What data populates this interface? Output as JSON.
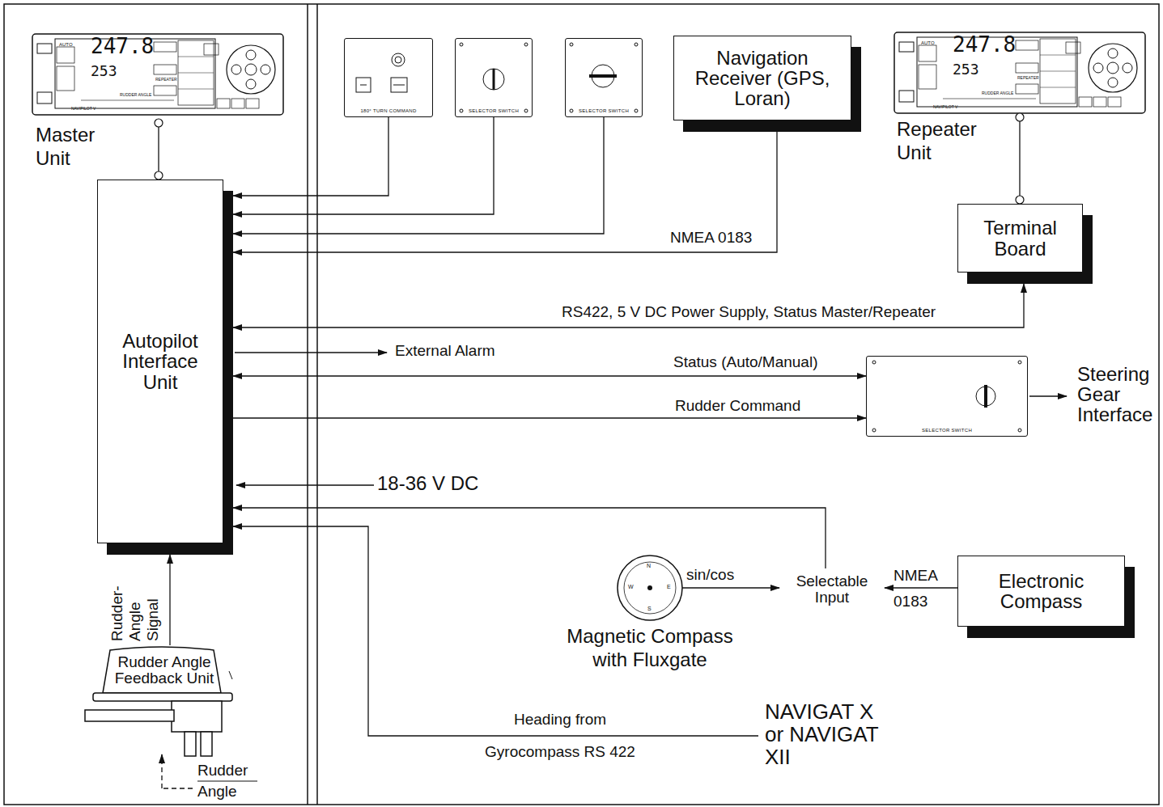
{
  "diagram": {
    "nodes": [
      {
        "text": [
          "Master Unit"
        ]
      },
      {
        "text": [
          "Autopilot Interface Unit"
        ]
      },
      {
        "text": [
          "180° TURN COMMAND"
        ]
      },
      {
        "text": [
          "SELECTOR SWITCH"
        ]
      },
      {
        "text": [
          "SELECTOR SWITCH"
        ]
      },
      {
        "text": [
          "Navigation Receiver (GPS, Loran)"
        ]
      },
      {
        "text": [
          "Repeater Unit"
        ]
      },
      {
        "text": [
          "Terminal Board"
        ]
      },
      {
        "text": [
          "SELECTOR SWITCH"
        ]
      },
      {
        "text": [
          "Electronic Compass"
        ]
      },
      {
        "text": [
          "Magnetic Compass with Fluxgate"
        ]
      },
      {
        "text": [
          "Selectable Input"
        ]
      },
      {
        "text": [
          "NAVIGAT X or NAVIGAT XII"
        ]
      },
      {
        "text": [
          "Rudder Angle Feedback Unit"
        ]
      }
    ],
    "edges": [
      {
        "from": 0,
        "to": 1,
        "arrow": "none"
      },
      {
        "from": 2,
        "to": 1,
        "arrow": "to"
      },
      {
        "from": 3,
        "to": 1,
        "arrow": "to"
      },
      {
        "from": 4,
        "to": 1,
        "arrow": "to"
      },
      {
        "from": 5,
        "to": 1,
        "label": "NMEA 0183",
        "arrow": "to"
      },
      {
        "from": 1,
        "to": 7,
        "label": "RS422, 5 V DC Power Supply, Status Master/Repeater",
        "arrow": "both"
      },
      {
        "from": 6,
        "to": 7,
        "arrow": "none"
      },
      {
        "from": 1,
        "to": 8,
        "label": "Status (Auto/Manual)",
        "arrow": "both"
      },
      {
        "from": 1,
        "to": 8,
        "label": "Rudder Command",
        "arrow": "to"
      },
      {
        "from": 11,
        "to": 1,
        "arrow": "to"
      },
      {
        "from": 10,
        "to": 11,
        "label": "sin/cos",
        "arrow": "to"
      },
      {
        "from": 9,
        "to": 11,
        "label": "NMEA 0183",
        "arrow": "to"
      },
      {
        "from": 12,
        "to": 1,
        "label": "Heading from Gyrocompass RS 422",
        "arrow": "to"
      },
      {
        "from": 13,
        "to": 1,
        "label": "Rudder-Angle Signal",
        "arrow": "to"
      }
    ],
    "labels": [
      "External Alarm",
      "18-36 V DC",
      "Steering Gear Interface",
      "Rudder Angle",
      "AUTO",
      "247.8",
      "253",
      "NAVIPILOT V",
      "RUDDER ANGLE",
      "REPEATER",
      "AUTO",
      "247.8",
      "253",
      "NAVIPILOT V",
      "RUDDER ANGLE",
      "REPEATER",
      "N",
      "E",
      "S",
      "W"
    ]
  }
}
